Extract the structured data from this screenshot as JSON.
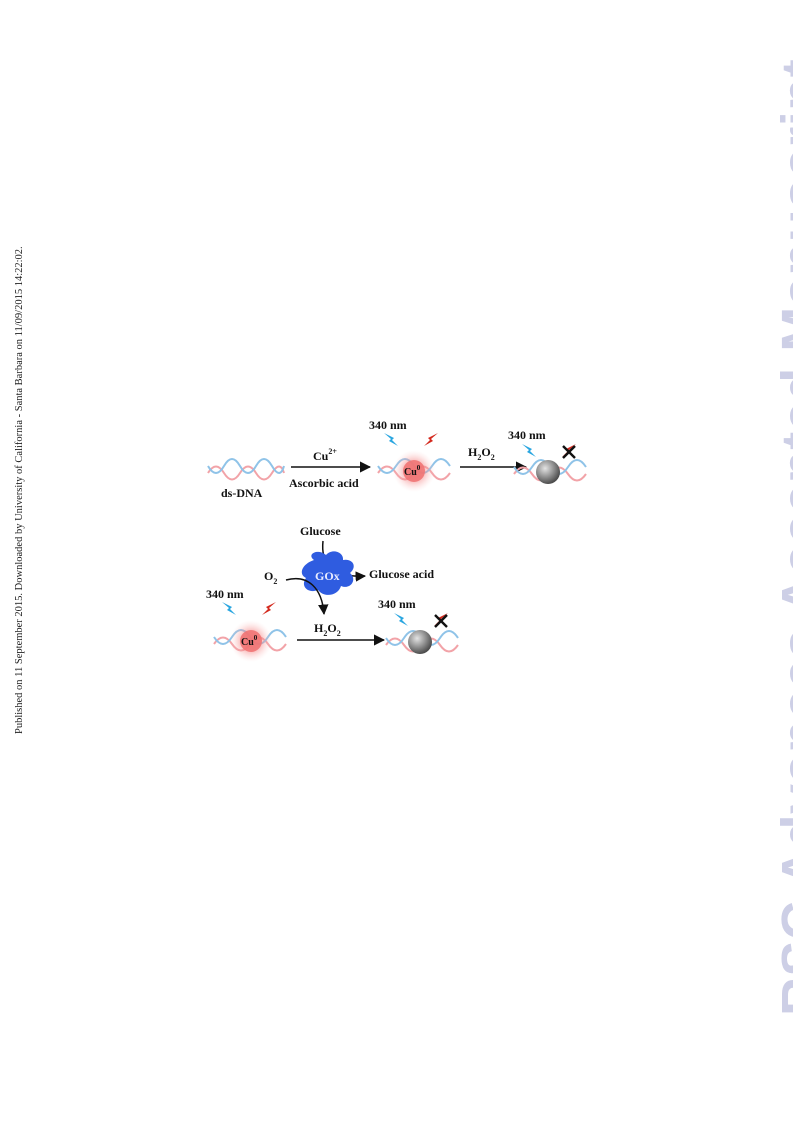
{
  "side_note": "Published on 11 September 2015. Downloaded by University of California - Santa Barbara on 11/09/2015 14:22:02.",
  "watermark": "RSC Advances Accepted Manuscript",
  "scheme": {
    "top": {
      "dna_label": "ds-DNA",
      "reagent_above": "Cu",
      "reagent_sup": "2+",
      "reagent_below": "Ascorbic acid",
      "wavelength_1": "340 nm",
      "particle_label": "Cu",
      "particle_sup": "0",
      "oxidant_h": "H",
      "oxidant_sub": "2",
      "oxidant_o": "O",
      "wavelength_2": "340 nm"
    },
    "bottom": {
      "glucose": "Glucose",
      "enzyme": "GOx",
      "product": "Glucose acid",
      "oxygen": "O",
      "oxygen_sub": "2",
      "wavelength_1": "340 nm",
      "particle_label": "Cu",
      "particle_sup": "0",
      "oxidant_h": "H",
      "oxidant_sub": "2",
      "oxidant_o": "O",
      "wavelength_2": "340 nm"
    }
  },
  "colors": {
    "dna_strand_a": "#f2a3a8",
    "dna_strand_b": "#8fc3e8",
    "copper_glow": "#f26b6b",
    "enzyme": "#2f5ce0",
    "blue_bolt": "#2aa6e0",
    "red_bolt": "#d42a1e",
    "gray_particle": "#8a8a8a"
  }
}
